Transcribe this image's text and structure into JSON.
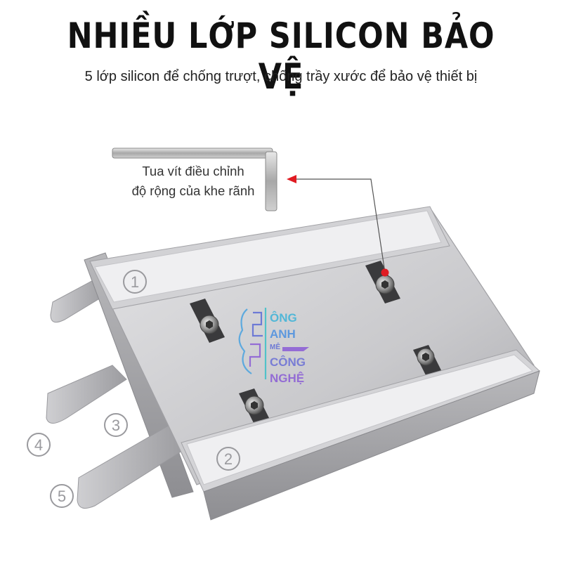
{
  "header": {
    "title": "NHIỀU LỚP SILICON BẢO VỆ",
    "subtitle": "5 lớp silicon để chống trượt, chống trầy xước để bảo vệ thiết bị"
  },
  "annotation": {
    "line1": "Tua vít điều chỉnh",
    "line2": "độ rộng của khe rãnh"
  },
  "layer_labels": [
    "1",
    "2",
    "3",
    "4",
    "5"
  ],
  "watermark": {
    "line1": "ÔNG",
    "line2": "ANH",
    "line3": "MÊ",
    "line4": "CÔNG",
    "line5": "NGHỆ"
  },
  "colors": {
    "accent_red": "#e01b22",
    "metal_light": "#d9d9db",
    "metal_dark": "#8a8a8e",
    "silicon_pad": "#ececee"
  }
}
